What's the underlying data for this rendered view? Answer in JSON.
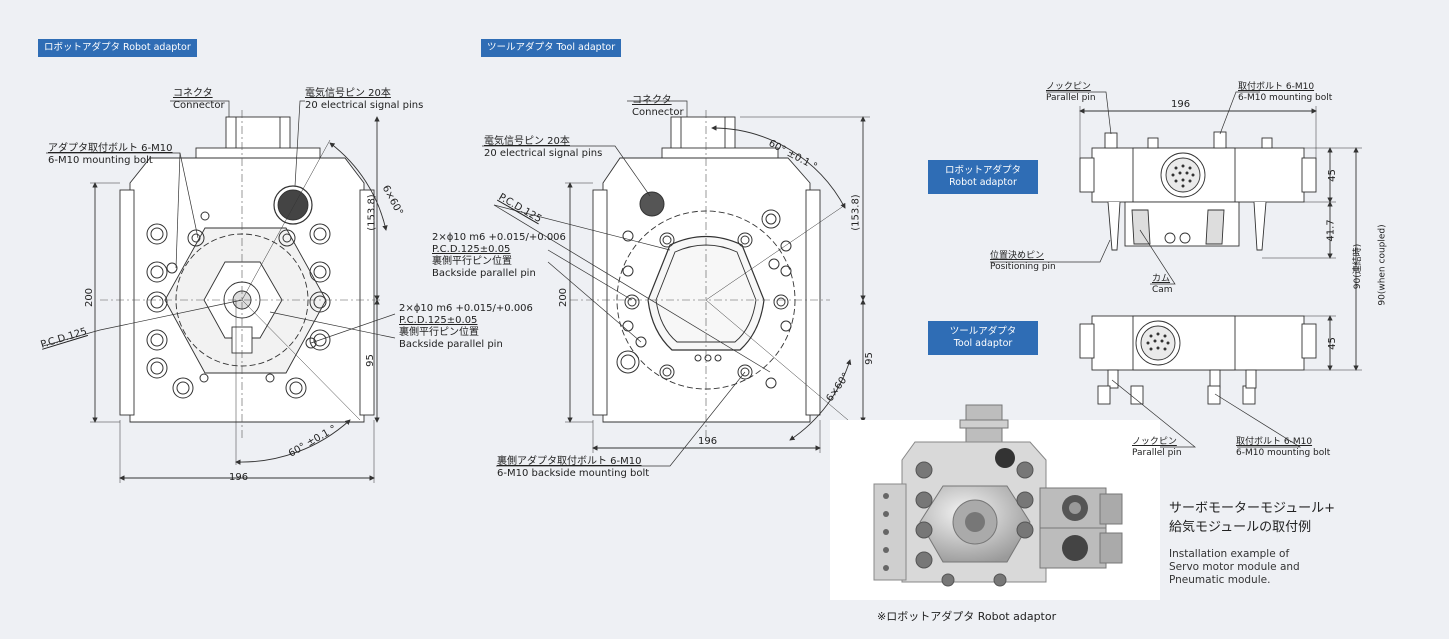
{
  "tags": {
    "robot_top": "ロボットアダプタ  Robot adaptor",
    "tool_top": "ツールアダプタ  Tool adaptor",
    "side_robot_jp": "ロボットアダプタ",
    "side_robot_en": "Robot adaptor",
    "side_tool_jp": "ツールアダプタ",
    "side_tool_en": "Tool adaptor"
  },
  "robot_view": {
    "connector_jp": "コネクタ",
    "connector_en": "Connector",
    "pins_jp": "電気信号ピン 20本",
    "pins_en": "20 electrical signal pins",
    "bolt_jp": "アダプタ取付ボルト 6-M10",
    "bolt_en": "6-M10 mounting bolt",
    "fit_line1": "2×ϕ10 m6 +0.015/+0.006",
    "fit_line2": "P.C.D.125±0.05",
    "parallel_jp": "裏側平行ピン位置",
    "parallel_en": "Backside parallel pin",
    "pcd": "P.C.D.125",
    "dim_153": "(153.8)",
    "dim_200": "200",
    "dim_95": "95",
    "dim_196": "196",
    "angle_6x60": "6×60°",
    "angle_60": "60°  ±0.1 °"
  },
  "tool_view": {
    "connector_jp": "コネクタ",
    "connector_en": "Connector",
    "pins_jp": "電気信号ピン 20本",
    "pins_en": "20 electrical signal pins",
    "fit_line1": "2×ϕ10 m6 +0.015/+0.006",
    "fit_line2": "P.C.D.125±0.05",
    "parallel_jp": "裏側平行ピン位置",
    "parallel_en": "Backside parallel pin",
    "pcd": "P.C.D.125",
    "dim_153": "(153.8)",
    "dim_200": "200",
    "dim_95": "95",
    "dim_196": "196",
    "angle_60": "60°  ±0.1 °",
    "angle_6x60": "6×60°",
    "bolt_jp": "裏側アダプタ取付ボルト 6-M10",
    "bolt_en": "6-M10 backside mounting bolt"
  },
  "side_view": {
    "parallel_jp": "ノックピン",
    "parallel_en": "Parallel pin",
    "bolt_jp": "取付ボルト 6-M10",
    "bolt_en": "6-M10 mounting bolt",
    "dim_196": "196",
    "dim_45a": "45",
    "dim_417": "41.7",
    "dim_45b": "45",
    "dim_90_jp": "90(連結時)",
    "dim_90_en": "90(when coupled)",
    "positioning_jp": "位置決めピン",
    "positioning_en": "Positioning pin",
    "cam_jp": "カム",
    "cam_en": "Cam",
    "parallel2_jp": "ノックピン",
    "parallel2_en": "Parallel pin",
    "bolt2_jp": "取付ボルト 6-M10",
    "bolt2_en": "6-M10 mounting bolt"
  },
  "photo": {
    "caption": "※ロボットアダプタ  Robot adaptor",
    "note_jp_1": "サーボモーターモジュール+",
    "note_jp_2": "給気モジュールの取付例",
    "note_en_1": "Installation example of",
    "note_en_2": "Servo motor module and",
    "note_en_3": "Pneumatic module."
  },
  "colors": {
    "background": "#eef0f4",
    "accent": "#2f6db5",
    "line": "#333333"
  }
}
